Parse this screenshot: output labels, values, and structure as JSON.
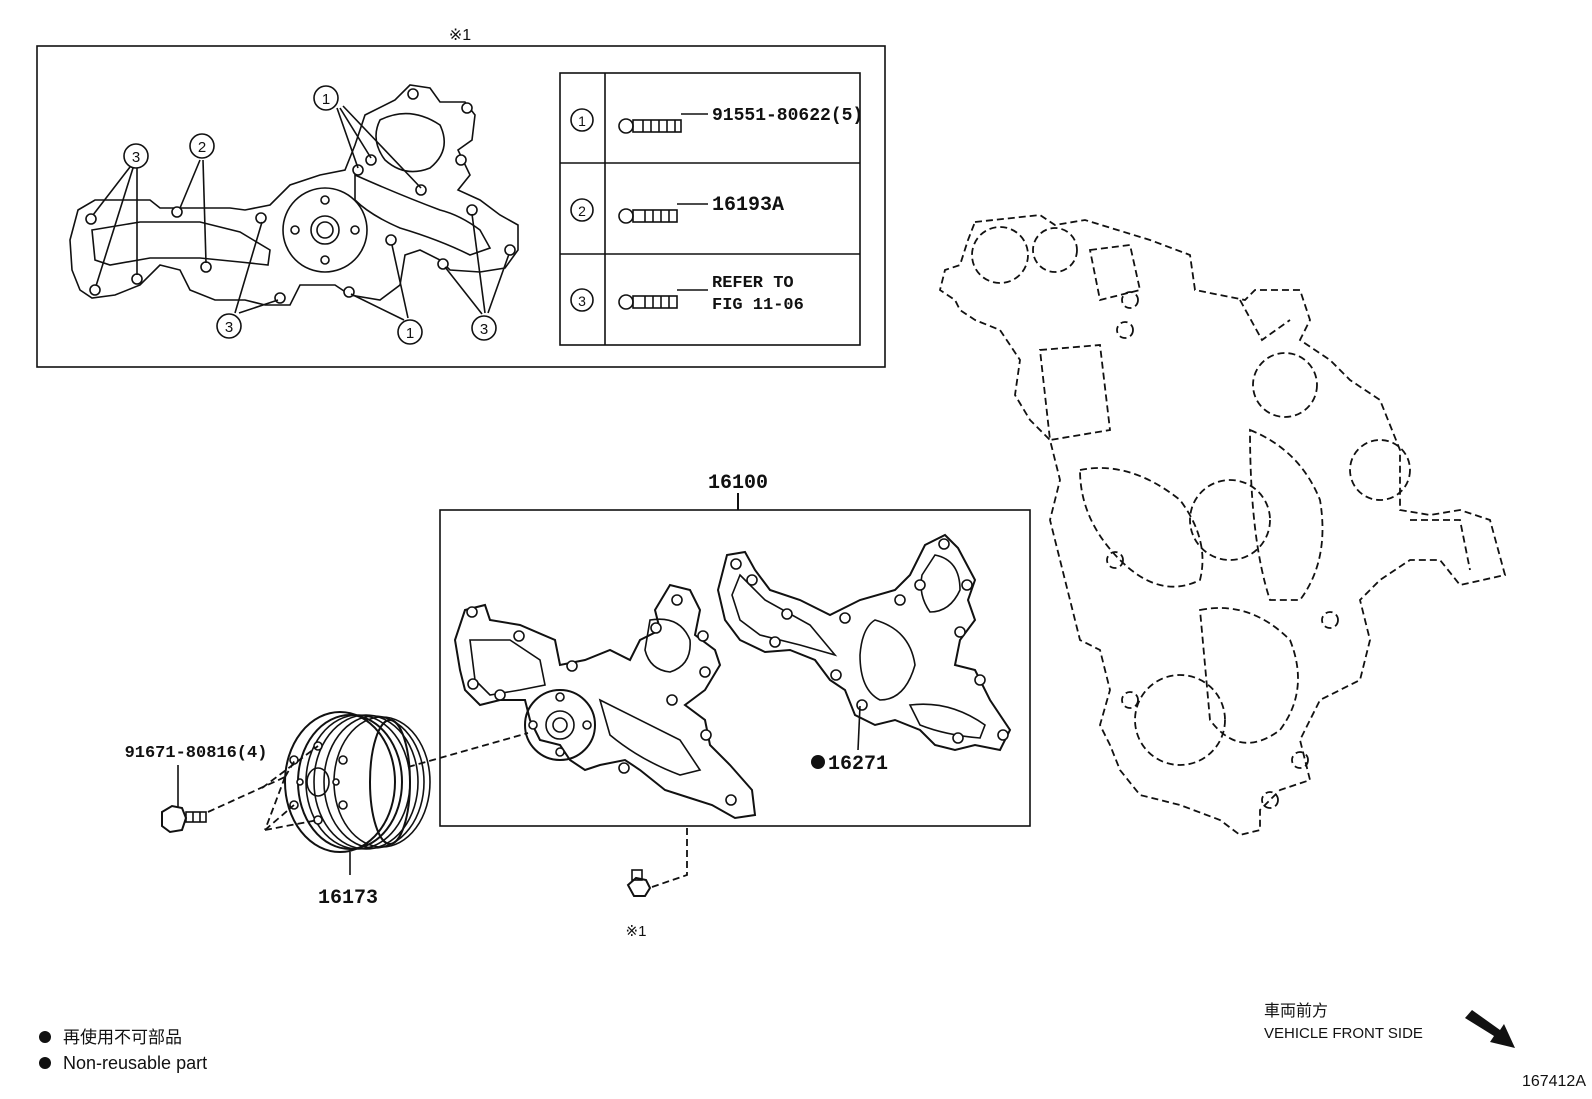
{
  "top_note": "※1",
  "callout_numbers": [
    "1",
    "2",
    "3"
  ],
  "bolt_table": [
    {
      "num": "1",
      "part_line1": "91551-80622(5)",
      "part_line2": ""
    },
    {
      "num": "2",
      "part_line1": "16193A",
      "part_line2": ""
    },
    {
      "num": "3",
      "part_line1": "REFER TO",
      "part_line2": "FIG 11-06"
    }
  ],
  "parts": {
    "assembly": "16100",
    "gasket": "16271",
    "pulley": "16173",
    "pulley_bolt": "91671-80816(4)",
    "bolt_note": "※1"
  },
  "legend": {
    "line_jp": "再使用不可部品",
    "line_en": "Non-reusable part"
  },
  "front": {
    "jp": "車両前方",
    "en": "VEHICLE FRONT SIDE"
  },
  "figure_id": "167412A"
}
